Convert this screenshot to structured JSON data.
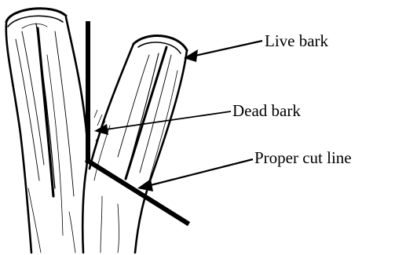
{
  "labels": {
    "live_bark": "Live bark",
    "dead_bark": "Dead bark",
    "proper_cut_line": "Proper cut line"
  }
}
